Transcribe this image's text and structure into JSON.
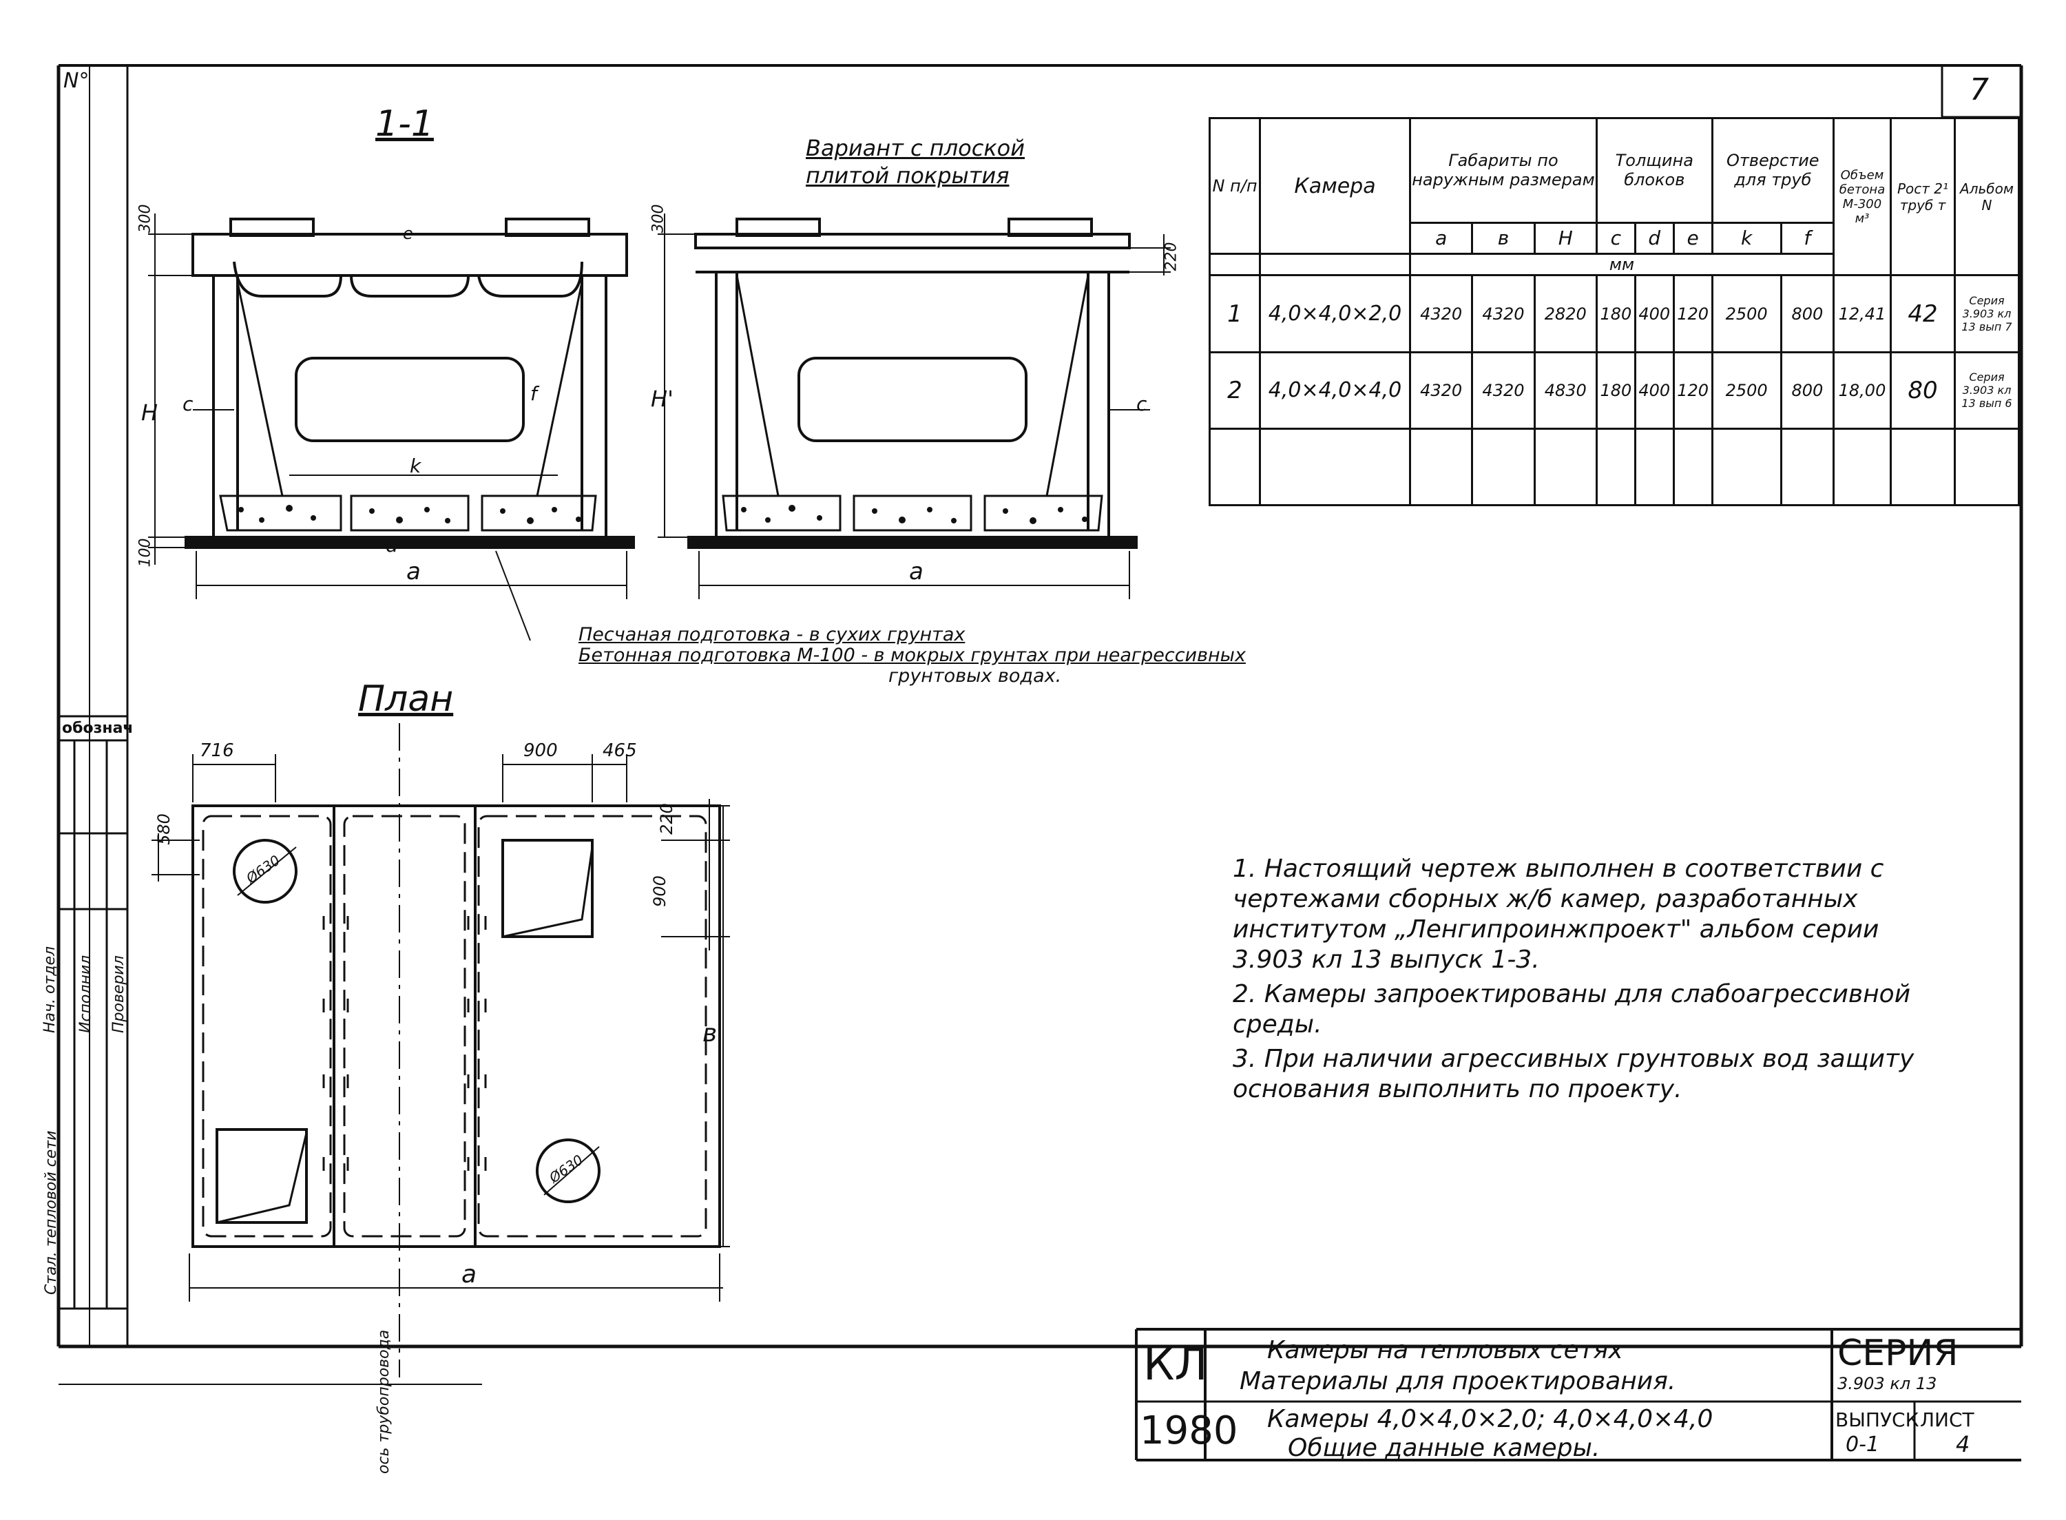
{
  "sheet_no": "7",
  "section": {
    "title": "1-1",
    "variant": "Вариант с плоской плитой покрытия",
    "dims": {
      "h_top": "300",
      "h_bottom": "100",
      "h_top_right": "300",
      "slab_right": "220",
      "H": "H",
      "H_prime": "H'",
      "a": "a",
      "c": "c",
      "d": "d",
      "f": "f",
      "e": "e",
      "k": "k"
    },
    "notes": [
      "Песчаная подготовка - в сухих грунтах",
      "Бетонная подготовка М-100 - в мокрых грунтах при неагрессивных",
      "грунтовых водах."
    ]
  },
  "plan": {
    "title": "План",
    "dims": {
      "d716": "716",
      "d900": "900",
      "d465": "465",
      "d580": "580",
      "d220": "220",
      "d900v": "900",
      "b": "в",
      "a": "a",
      "hole1": "Ø630",
      "hole2": "Ø630",
      "axis": "ось трубопровода"
    }
  },
  "table": {
    "headers": {
      "num": "N п/п",
      "chamber": "Камера",
      "gabarity": "Габариты по наружным размерам",
      "tolshchina": "Толщина блоков",
      "otverstie": "Отверстие для труб",
      "volume": "Объем бетона М-300 м³",
      "weight": "Рост 2¹ труб т",
      "album": "Альбом N",
      "sub": [
        "a",
        "в",
        "H",
        "c",
        "d",
        "e",
        "k",
        "f"
      ],
      "unit": "мм"
    },
    "rows": [
      {
        "n": "1",
        "kamera": "4,0×4,0×2,0",
        "a": "4320",
        "b": "4320",
        "H": "2820",
        "c": "180",
        "d": "400",
        "e": "120",
        "k": "2500",
        "f": "800",
        "vol": "12,41",
        "t": "42",
        "album": "Серия 3.903 кл 13 вып 7"
      },
      {
        "n": "2",
        "kamera": "4,0×4,0×4,0",
        "a": "4320",
        "b": "4320",
        "H": "4830",
        "c": "180",
        "d": "400",
        "e": "120",
        "k": "2500",
        "f": "800",
        "vol": "18,00",
        "t": "80",
        "album": "Серия 3.903 кл 13 вып 6"
      }
    ]
  },
  "notes": [
    "1. Настоящий чертеж выполнен в соответствии с чертежами сборных ж/б камер, разработанных институтом „Ленгипроинжпроект\" альбом серии 3.903 кл 13 выпуск 1-3.",
    "2. Камеры запроектированы для слабоагрессивной среды.",
    "3. При наличии агрессивных грунтовых вод защиту основания выполнить по проекту."
  ],
  "title_block": {
    "code": "КЛ",
    "year": "1980",
    "line1": "Камеры на тепловых сетях",
    "line2": "Материалы для проектирования.",
    "line3": "Камеры 4,0×4,0×2,0; 4,0×4,0×4,0",
    "line4": "Общие данные камеры.",
    "seria_label": "СЕРИЯ",
    "seria_value": "3.903 кл 13",
    "vypusk_label": "ВЫПУСК",
    "vypusk_value": "0-1",
    "list_label": "ЛИСТ",
    "list_value": "4"
  },
  "side_stamp": {
    "no": "N°",
    "lines": [
      "обознач",
      "Нач. отдел",
      "Исполнил",
      "Проверил",
      "Стал. тепловой сети"
    ]
  }
}
